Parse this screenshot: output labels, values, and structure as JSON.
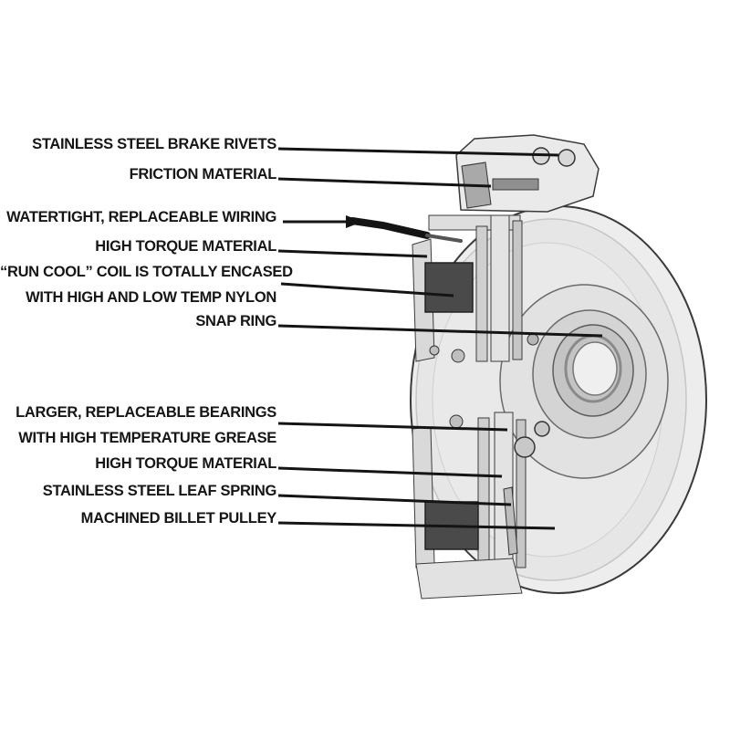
{
  "figure": {
    "type": "annotated-cutaway-diagram",
    "subject": "electric clutch pulley assembly"
  },
  "labels": {
    "brake_rivets": "STAINLESS STEEL BRAKE RIVETS",
    "friction_material": "FRICTION MATERIAL",
    "wiring": "WATERTIGHT, REPLACEABLE WIRING",
    "high_torque_top": "HIGH TORQUE MATERIAL",
    "coil_line1": "“RUN COOL” COIL IS TOTALLY ENCASED",
    "coil_line2": "WITH HIGH AND LOW TEMP NYLON",
    "snap_ring": "SNAP RING",
    "bearings_line1": "LARGER, REPLACEABLE BEARINGS",
    "bearings_line2": "WITH HIGH TEMPERATURE GREASE",
    "high_torque_bottom": "HIGH TORQUE MATERIAL",
    "leaf_spring": "STAINLESS STEEL LEAF SPRING",
    "billet_pulley": "MACHINED BILLET PULLEY"
  },
  "colors": {
    "line": "#141414",
    "coil_dark": "#4a4a4a",
    "body_light": "#ececec",
    "body_mid": "#d0d0d0"
  }
}
